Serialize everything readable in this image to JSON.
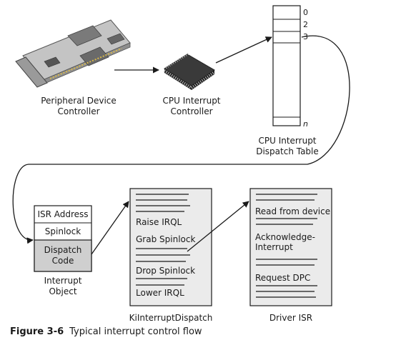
{
  "labels": {
    "peripheral": "Peripheral Device\nController",
    "cpu_controller": "CPU Interrupt\nController",
    "dispatch_table": "CPU Interrupt\nDispatch Table",
    "interrupt_object": "Interrupt\nObject",
    "ki_dispatch": "KiInterruptDispatch",
    "driver_isr": "Driver ISR"
  },
  "dispatch_table": {
    "indexes": [
      "0",
      "2",
      "3",
      "n"
    ]
  },
  "interrupt_object": {
    "cells": [
      "ISR Address",
      "Spinlock",
      "Dispatch\nCode"
    ]
  },
  "ki_dispatch": {
    "lines": [
      "Raise IRQL",
      "Grab Spinlock",
      "Drop Spinlock",
      "Lower IRQL"
    ]
  },
  "driver_isr": {
    "lines": [
      "Read from device",
      "Acknowledge-\nInterrupt",
      "Request DPC"
    ]
  },
  "caption": {
    "number": "Figure 3-6",
    "text": "Typical interrupt control flow"
  },
  "colors": {
    "stroke": "#1a1a1a",
    "panel": "#ebebeb",
    "highlight": "#cfcfcf",
    "board": "#b5b5b5",
    "chip": "#3a3a3a"
  }
}
